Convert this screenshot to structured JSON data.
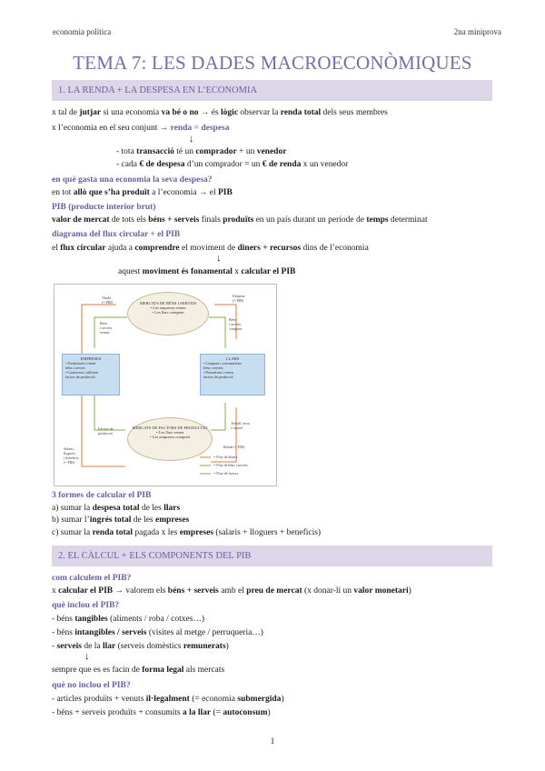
{
  "header": {
    "left": "economia política",
    "right": "2na miniprova"
  },
  "title": "TEMA 7: LES DADES MACROECONÒMIQUES",
  "section1": {
    "heading": "1. LA RENDA + LA DESPESA EN L’ECONOMIA",
    "l1": {
      "a": "x tal de ",
      "b": "jutjar",
      "c": " si una economia ",
      "d": "va bé o no",
      "e": " → és ",
      "f": "lògic",
      "g": " observar la ",
      "h": "renda total",
      "i": " dels seus membres"
    },
    "l2": {
      "a": "x l’economia en el seu conjunt → ",
      "b": "renda = despesa"
    },
    "arrow1": "↓",
    "l3": {
      "a": "- tota ",
      "b": "transacció",
      "c": " té un ",
      "d": "comprador",
      "e": " + un ",
      "f": "venedor"
    },
    "l4": {
      "a": "- cada ",
      "b": "€ de despesa",
      "c": " d’un comprador = un ",
      "d": "€ de renda",
      "e": " x un venedor"
    },
    "q1": "en què gasta una economia la seva despesa?",
    "l5": {
      "a": "en tot ",
      "b": "allò que s’ha produït",
      "c": " a l’economia → el ",
      "d": "PIB"
    },
    "q2": "PIB (producte interior brut)",
    "l6": {
      "a": "valor de mercat",
      "b": " de tots els ",
      "c": "béns + serveis",
      "d": " finals ",
      "e": "produïts",
      "f": " en un país durant un període de ",
      "g": "temps",
      "h": " determinat"
    },
    "q3": "diagrama del flux circular + el PIB",
    "l7": {
      "a": "el ",
      "b": "flux circular",
      "c": " ajuda a ",
      "d": "comprendre",
      "e": " el moviment de ",
      "f": "diners + recursos",
      "g": " dins de l’economia"
    },
    "arrow2": "↓",
    "l8": {
      "a": "aquest ",
      "b": "moviment és fonamental",
      "c": " x ",
      "d": "calcular el PIB"
    }
  },
  "diagram": {
    "top_oval": {
      "title": "MERCATS DE BÉNS I SERVEIS",
      "lines": [
        "• Les empreses venen",
        "• Les llars compren"
      ]
    },
    "bottom_oval": {
      "title": "MERCATS DE FACTORS DE PRODUCCIÓ",
      "lines": [
        "• Les llars venen",
        "• Les empreses compren"
      ]
    },
    "left_box": {
      "title": "EMPRESES",
      "lines": [
        "• Produeixen i venen",
        "béns i serveis",
        "• Contracten i utilitzen",
        "factors de producció"
      ]
    },
    "right_box": {
      "title": "LLARS",
      "lines": [
        "• Compren i consumeixen",
        "béns i serveis",
        "• Posseeixen i venen",
        "factors de producció"
      ]
    },
    "labels": {
      "tl1": "Venda",
      "tl2": "(= PIB)",
      "tl3": "Béns",
      "tl4": "i serveis",
      "tl5": "venuts",
      "tr1": "Despesa",
      "tr2": "(= PIB)",
      "tr3": "Béns",
      "tr4": "i serveis",
      "tr5": "comprats",
      "bl1": "Factors de",
      "bl2": "producció",
      "bl3": "Salaris,",
      "bl4": "lloguers",
      "bl5": "i beneficis",
      "bl6": "(= PIB)",
      "br1": "Treball, terra",
      "br2": "i capital",
      "br3": "Renda (= PIB)",
      "lg1": "= Flux de diners",
      "lg2": "= Flux de béns i serveis",
      "lg3": "= Flux de factors"
    },
    "colors": {
      "money": "#e07b39",
      "goods": "#7cb342",
      "box": "#c7ddf0"
    }
  },
  "ways": {
    "heading": "3 formes de calcular el PIB",
    "a": {
      "a": "a) sumar la ",
      "b": "despesa total",
      "c": " de les ",
      "d": "llars"
    },
    "b": {
      "a": "b) sumar l’",
      "b": "ingrés total",
      "c": " de les ",
      "d": "empreses"
    },
    "c": {
      "a": "c) sumar la ",
      "b": "renda total",
      "c": " pagada x les ",
      "d": "empreses",
      "e": " (salaris + lloguers + beneficis)"
    }
  },
  "section2": {
    "heading": "2. EL CÀLCUL + ELS COMPONENTS DEL PIB",
    "q1": "com calculem el PIB?",
    "l1": {
      "a": "x ",
      "b": "calcular el PIB",
      "c": " → valorem els ",
      "d": "béns + serveis",
      "e": " amb el ",
      "f": "preu de mercat",
      "g": " (x donar-li un ",
      "h": "valor monetari",
      "i": ")"
    },
    "q2": "què inclou el PIB?",
    "l2": {
      "a": "- béns ",
      "b": "tangibles",
      "c": " (aliments / roba / cotxes…)"
    },
    "l3": {
      "a": "- béns ",
      "b": "intangibles / serveis",
      "c": " (visites al metge / perruqueria…)"
    },
    "l4": {
      "a": "- ",
      "b": "serveis",
      "c": " de la ",
      "d": "llar",
      "e": " (serveis domèstics ",
      "f": "remunerats",
      "g": ")"
    },
    "arrow": "↓",
    "l5": {
      "a": "sempre que es es facin de ",
      "b": "forma legal",
      "c": " als mercats"
    },
    "q3": "què no inclou el PIB?",
    "l6": {
      "a": "- articles produïts + venuts ",
      "b": "il·legalment",
      "c": " (= economia ",
      "d": "submergida",
      "e": ")"
    },
    "l7": {
      "a": "- béns + serveis produïts + consumits ",
      "b": "a la llar",
      "c": " (= ",
      "d": "autoconsum",
      "e": ")"
    }
  },
  "page_number": "1"
}
